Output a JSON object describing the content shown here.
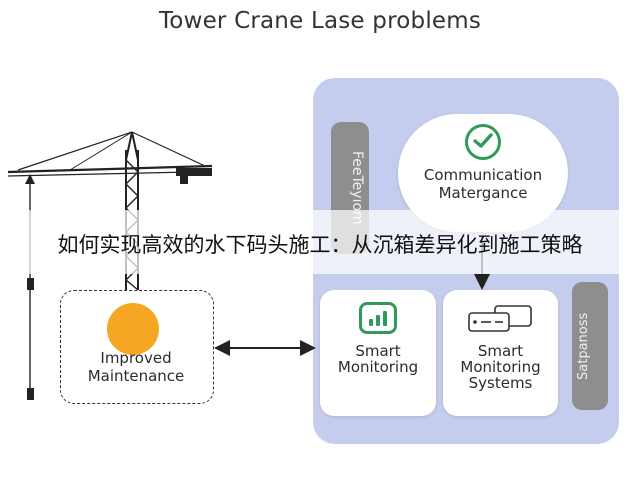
{
  "title": "Tower Crane Lase problems",
  "panel": {
    "left_tab_text": "FeeTeyıom",
    "right_tab_text": "Satpanoss"
  },
  "nodes": {
    "communication": {
      "label": "Communication\nMatergance",
      "icon": "check-circle-icon"
    },
    "smart_monitoring": {
      "label": "Smart\nMonitoring",
      "icon": "bar-chart-icon"
    },
    "smart_monitoring_systems": {
      "label": "Smart\nMonitoring\nSystems",
      "icon": "monitor-icon"
    },
    "improved_maintenance": {
      "label": "Improved\nMaintenance",
      "icon": "orange-dot-icon"
    }
  },
  "caption": "如何实现高效的水下码头施工：从沉箱差异化到施工策略",
  "colors": {
    "panel": "#c5cdee",
    "tab": "#8e8e8e",
    "accent_green": "#2f9a5a",
    "accent_orange": "#f5a623"
  }
}
